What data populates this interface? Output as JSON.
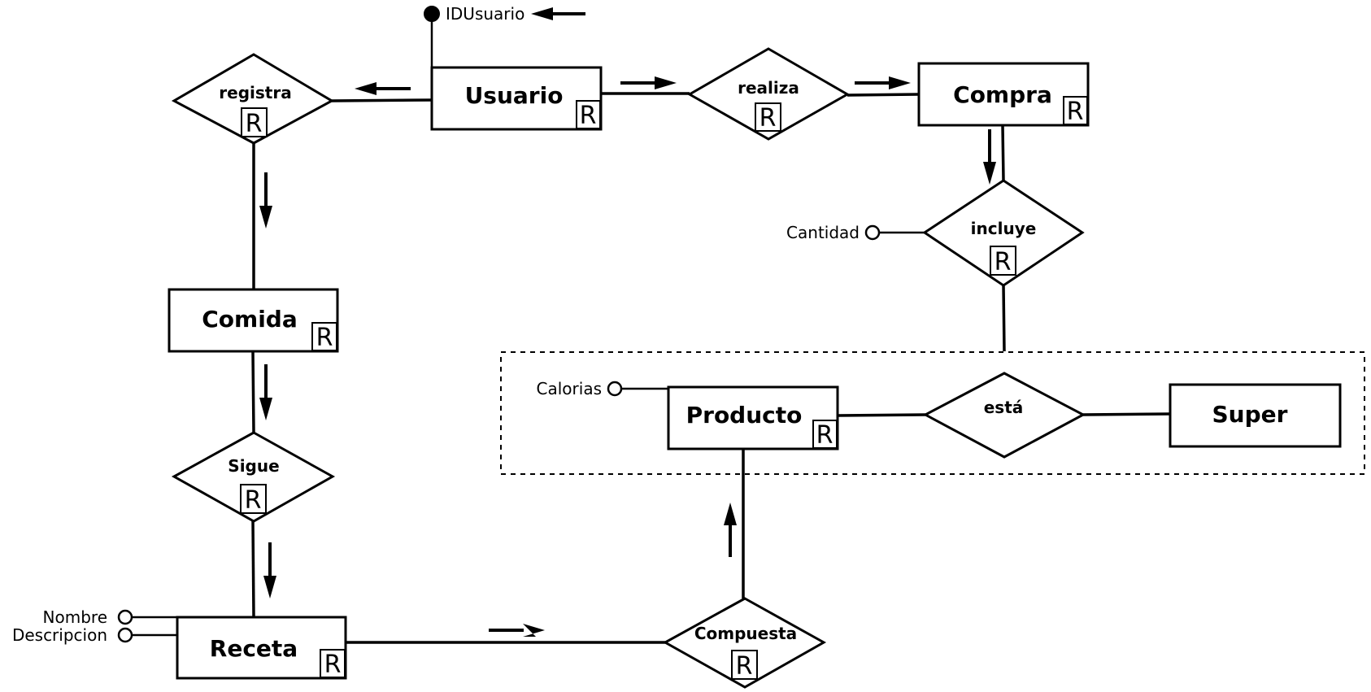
{
  "entities": {
    "usuario": "Usuario",
    "compra": "Compra",
    "comida": "Comida",
    "receta": "Receta",
    "producto": "Producto",
    "super": "Super"
  },
  "relationships": {
    "registra": "registra",
    "realiza": "realiza",
    "incluye": "incluye",
    "sigue": "Sigue",
    "compuesta": "Compuesta",
    "esta": "está"
  },
  "attributes": {
    "idusuario": "IDUsuario",
    "cantidad": "Cantidad",
    "calorias": "Calorias",
    "nombre": "Nombre",
    "descripcion": "Descripcion"
  },
  "r_marker": "R"
}
